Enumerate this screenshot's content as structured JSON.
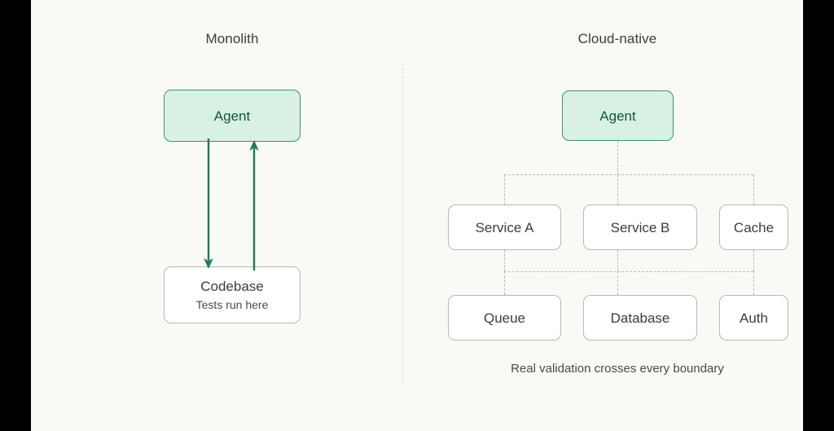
{
  "canvas": {
    "background_color": "#f9faf5",
    "letterbox_color": "#000000"
  },
  "palette": {
    "agent_fill": "#d9f0e5",
    "agent_stroke": "#3f9176",
    "agent_text": "#14553c",
    "node_fill": "#ffffff",
    "node_stroke": "#b6b9b1",
    "arrow_color": "#1d7a5f",
    "connector_color": "#b6b9b1",
    "divider_color": "#d7dace",
    "text_color": "#3c3c3c"
  },
  "panels": {
    "left": {
      "title": "Monolith",
      "agent": {
        "label": "Agent"
      },
      "codebase": {
        "label": "Codebase",
        "sublabel": "Tests run here"
      },
      "arrows": [
        {
          "name": "agent-to-codebase",
          "direction": "down"
        },
        {
          "name": "codebase-to-agent",
          "direction": "up"
        }
      ]
    },
    "right": {
      "title": "Cloud-native",
      "agent": {
        "label": "Agent"
      },
      "tier_one": [
        {
          "label": "Service A"
        },
        {
          "label": "Service B"
        },
        {
          "label": "Cache"
        }
      ],
      "tier_two": [
        {
          "label": "Queue"
        },
        {
          "label": "Database"
        },
        {
          "label": "Auth"
        }
      ],
      "caption": "Real validation crosses every boundary"
    }
  }
}
